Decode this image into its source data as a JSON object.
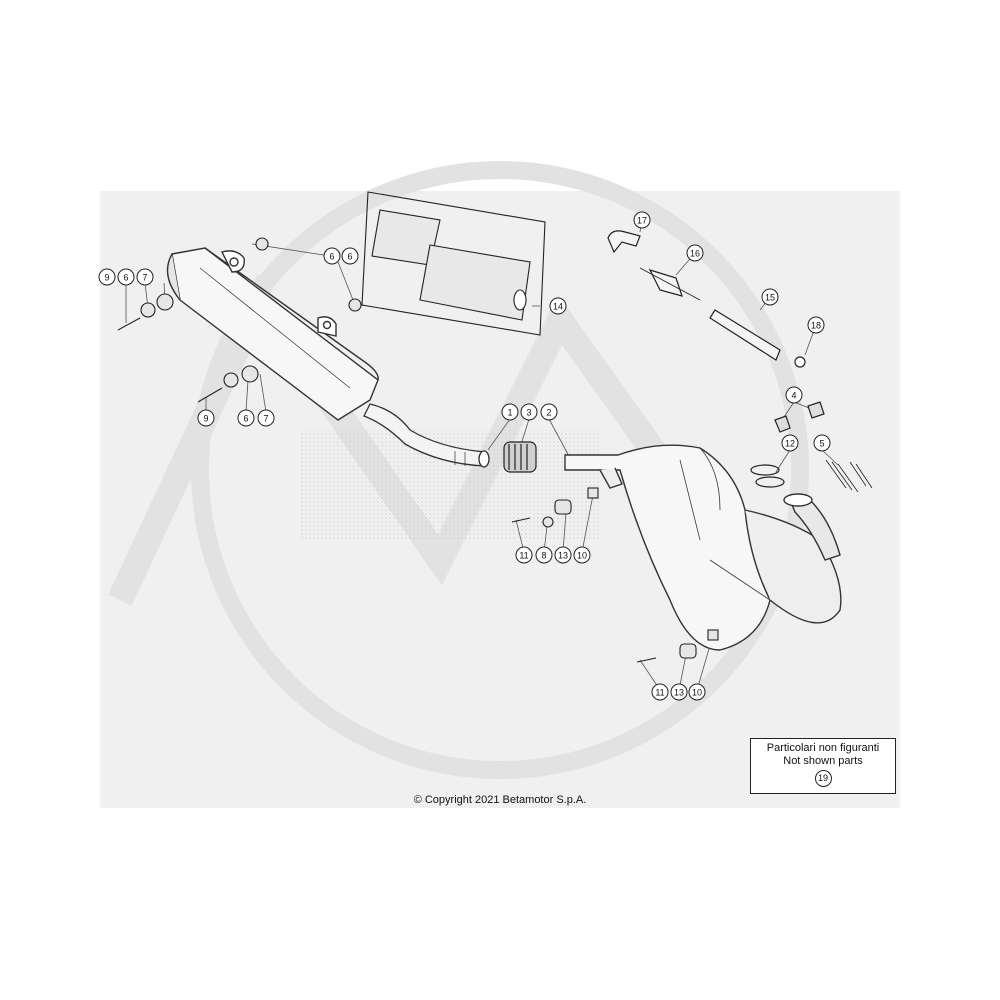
{
  "callouts": [
    "1",
    "2",
    "3",
    "4",
    "5",
    "6",
    "7",
    "8",
    "9",
    "10",
    "11",
    "12",
    "13",
    "14",
    "15",
    "16",
    "17",
    "18"
  ],
  "copyright": "© Copyright 2021 Betamotor S.p.A.",
  "not_shown": {
    "line1": "Particolari non figuranti",
    "line2": "Not shown parts",
    "number": "19"
  }
}
